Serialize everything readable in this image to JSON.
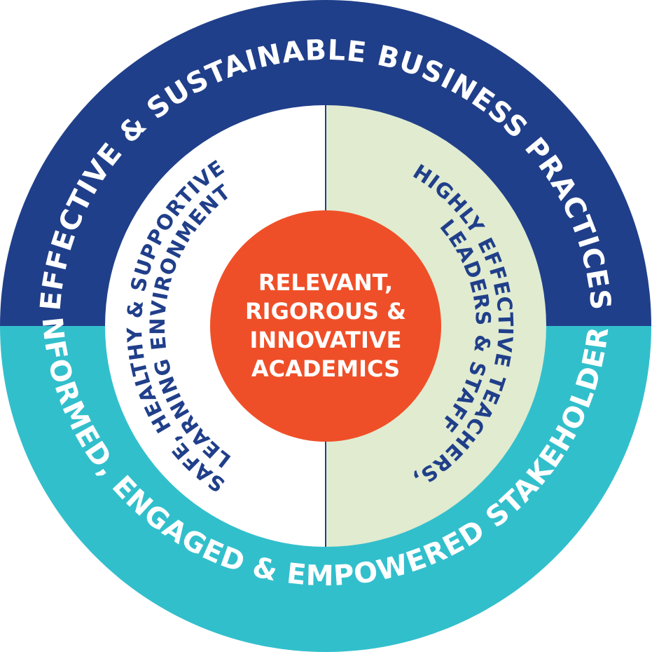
{
  "colors": {
    "navy": "#203f8a",
    "teal": "#32bfcc",
    "light_green": "#e0ebd0",
    "white": "#ffffff",
    "orange": "#ef4f28"
  },
  "outer_ring": {
    "top_label": "EFFECTIVE & SUSTAINABLE BUSINESS PRACTICES",
    "bottom_label": "INFORMED, ENGAGED & EMPOWERED STAKEHOLDERS"
  },
  "inner_ring": {
    "left_line_1": "SAFE, HEALTHY & SUPPORTIVE",
    "left_line_2": "LEARNING ENVIRONMENT",
    "right_line_1": "HIGHLY EFFECTIVE TEACHERS,",
    "right_line_2": "LEADERS & STAFF"
  },
  "center": {
    "line_1": "RELEVANT,",
    "line_2": "RIGOROUS &",
    "line_3": "INNOVATIVE",
    "line_4": "ACADEMICS"
  }
}
